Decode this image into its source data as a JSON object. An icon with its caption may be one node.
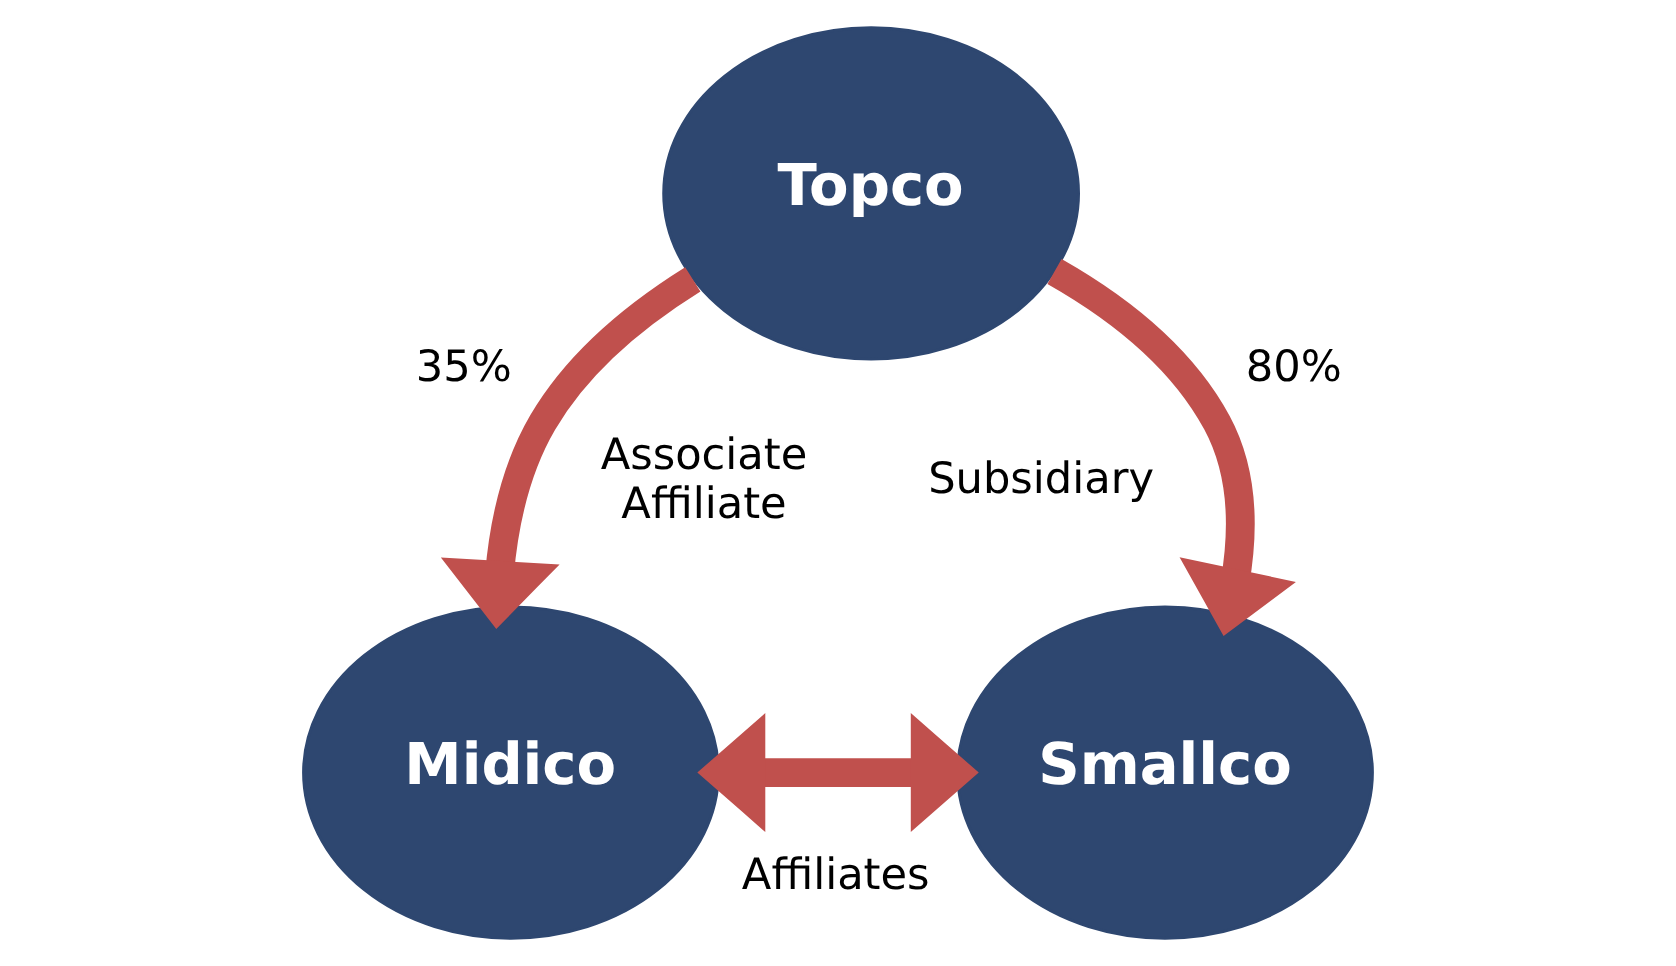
{
  "diagram": {
    "nodes": [
      {
        "text": [
          "Topco"
        ]
      },
      {
        "text": [
          "Midico"
        ]
      },
      {
        "text": [
          "Smallco"
        ]
      }
    ],
    "edges": [
      {
        "from": 0,
        "to": 1,
        "arrow": "to",
        "label": "35%"
      },
      {
        "from": 0,
        "to": 2,
        "arrow": "to",
        "label": "80%"
      },
      {
        "from": 1,
        "to": 2,
        "arrow": "both",
        "label": "Affiliates"
      }
    ],
    "labels": [
      "Associate Affiliate",
      "Subsidiary"
    ]
  }
}
